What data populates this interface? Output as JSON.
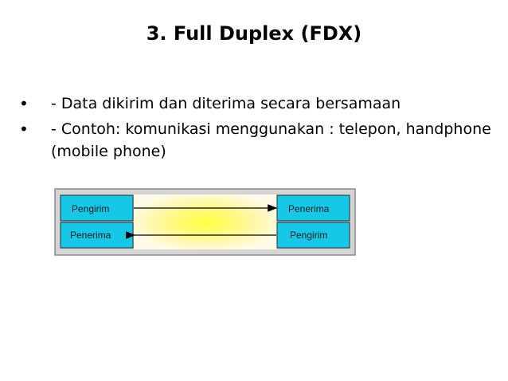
{
  "slide": {
    "title": "3.  Full Duplex (FDX)",
    "bullets": [
      {
        "text": "-  Data dikirim dan diterima secara bersamaan"
      },
      {
        "text": "-  Contoh:  komunikasi menggunakan : telepon, handphone (mobile phone)"
      }
    ]
  },
  "diagram": {
    "left_top": "Pengirim",
    "left_bottom": "Penerima",
    "right_top": "Penerima",
    "right_bottom": "Pengirim",
    "colors": {
      "box_fill": "#16c8e8",
      "frame_fill": "#d4d4d4",
      "glow_center": "#ffff3c",
      "glow_edge": "#fffbe0"
    }
  }
}
